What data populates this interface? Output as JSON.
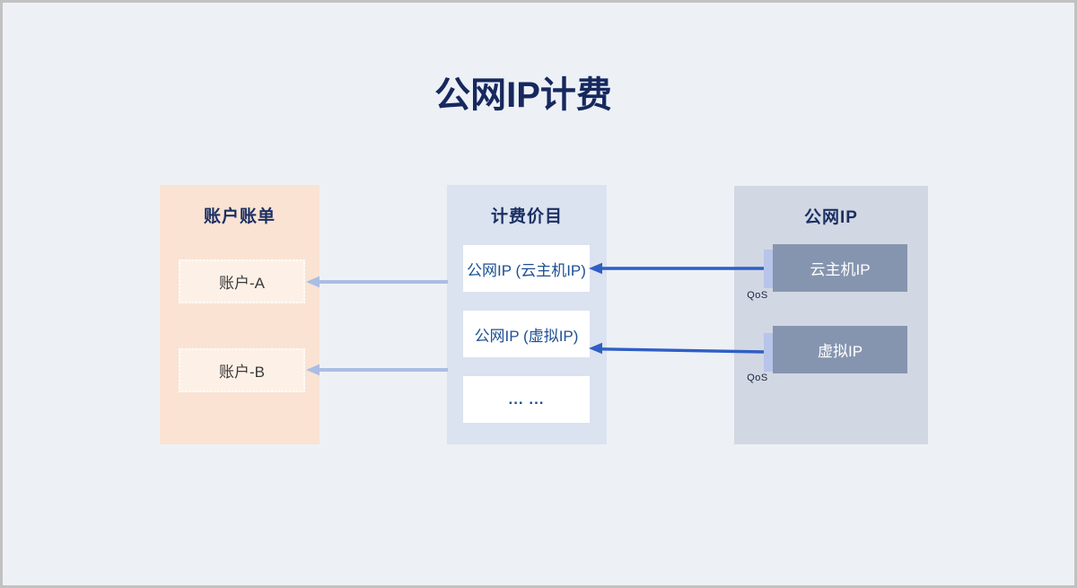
{
  "title": "公网IP计费",
  "colors": {
    "page_background": "#edf1f6",
    "page_border": "#c1c1c1",
    "account_panel": "#fae3d3",
    "account_node": "#fdf1e7",
    "pricing_panel": "#dbe2f0",
    "pricing_node": "#ffffff",
    "publicip_panel": "#d2d8e3",
    "publicip_node": "#8695af",
    "qos_tab": "#b8c4e9",
    "arrow_dark_blue": "#2f5ec5",
    "arrow_light_blue": "#aabde4",
    "title_text": "#16285e",
    "header_text": "#1b2f62",
    "pricing_text": "#1e5094"
  },
  "panels": {
    "account": {
      "header": "账户账单",
      "items": [
        {
          "label": "账户-A"
        },
        {
          "label": "账户-B"
        }
      ]
    },
    "pricing": {
      "header": "计费价目",
      "items": [
        {
          "label": "公网IP (云主机IP)"
        },
        {
          "label": "公网IP (虚拟IP)"
        },
        {
          "label": "... ..."
        }
      ]
    },
    "publicip": {
      "header": "公网IP",
      "items": [
        {
          "label": "云主机IP",
          "qos_label": "QoS"
        },
        {
          "label": "虚拟IP",
          "qos_label": "QoS"
        }
      ]
    }
  }
}
